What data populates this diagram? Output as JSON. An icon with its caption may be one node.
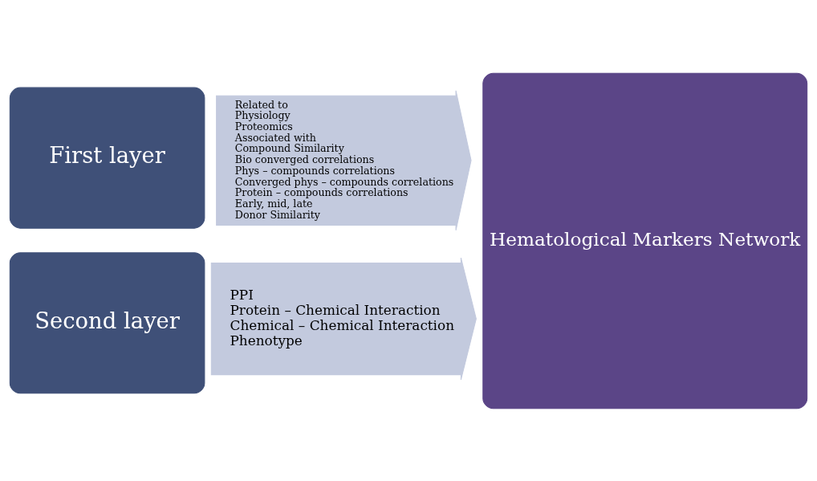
{
  "diagram": {
    "nodes": [
      {
        "text": [
          "First layer"
        ]
      },
      {
        "text": [
          "Second layer"
        ]
      },
      {
        "text": [
          "Related to",
          "Physiology",
          "Proteomics",
          "Associated with",
          "Compound Similarity",
          "Bio converged correlations",
          "Phys – compounds correlations",
          "Converged phys – compounds correlations",
          "Protein – compounds correlations",
          "Early, mid, late",
          "Donor Similarity"
        ]
      },
      {
        "text": [
          "PPI",
          "Protein – Chemical Interaction",
          "Chemical – Chemical Interaction",
          "Phenotype"
        ]
      },
      {
        "text": [
          "Hematological Markers Network"
        ]
      }
    ]
  }
}
